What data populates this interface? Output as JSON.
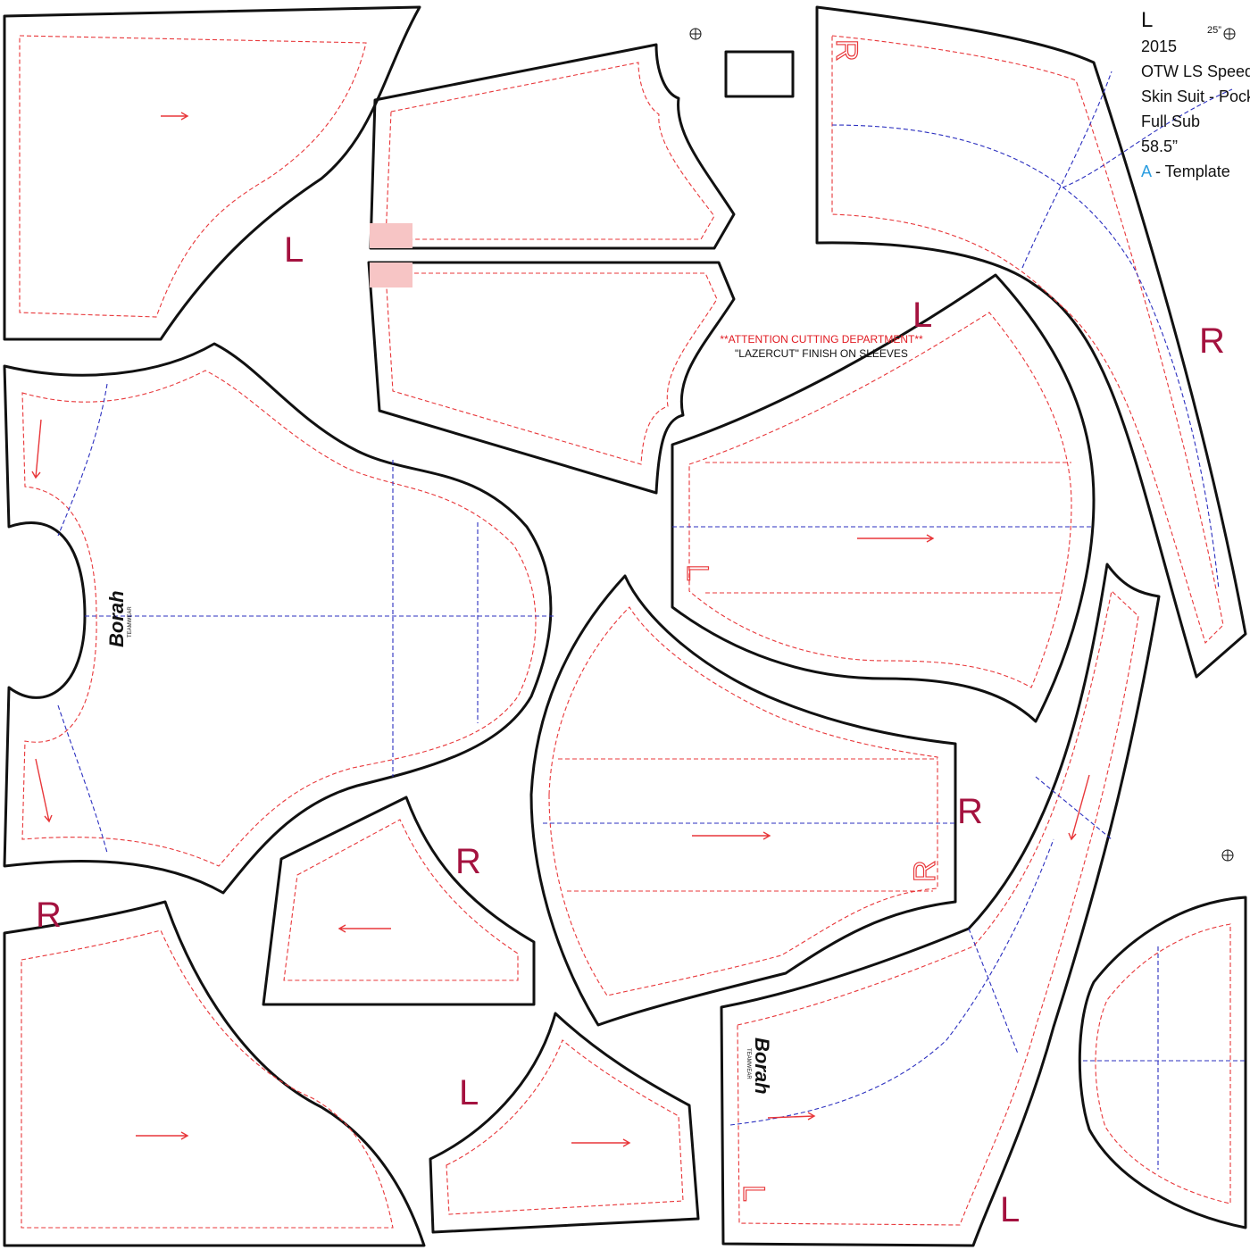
{
  "spec": {
    "size": "L",
    "year": "2015",
    "line1": "OTW LS Speed",
    "line2": "Skin Suit - Pocket",
    "line3": "Full Sub",
    "length": "58.5”",
    "template_letter": "A",
    "template_suffix": " - Template",
    "corner_mark": "25”"
  },
  "notice": {
    "warning": "**ATTENTION CUTTING DEPARTMENT**",
    "instruction": "\"LAZERCUT\" FINISH ON SLEEVES"
  },
  "piece_labels": {
    "left_back_top": "L",
    "sleeve_right": "R",
    "left_panel_mid": "L",
    "front_right": "R",
    "small_right": "R",
    "leg_right": "R",
    "small_left": "L",
    "leg_left": "L",
    "inside_r": "R",
    "inside_l": "L",
    "inside_r2": "R",
    "inside_l2": "L"
  },
  "logo": {
    "brand": "Borah",
    "sub": "TEAMWEAR"
  },
  "colors": {
    "cut_line": "#111111",
    "seam_line": "#e8373a",
    "grain_line": "#2b2fbf",
    "piece_label": "#a4123f",
    "accent": "#2a9de0",
    "pocket_fill": "#f7c5c5"
  },
  "icons": [
    "registration-target-icon",
    "registration-target-icon",
    "registration-target-icon"
  ]
}
